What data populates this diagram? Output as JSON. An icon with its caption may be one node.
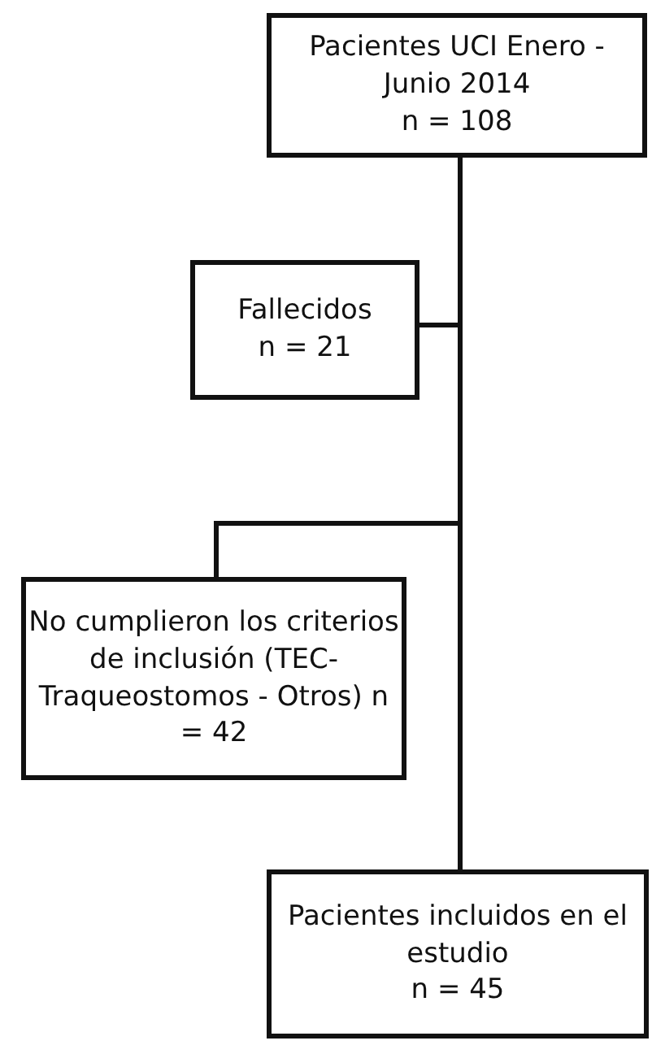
{
  "diagram": {
    "nodes": [
      {
        "text": [
          "Pacientes UCI Enero - Junio 2014",
          "n = 108"
        ]
      },
      {
        "text": [
          "Fallecidos",
          "n = 21"
        ]
      },
      {
        "text": [
          "No cumplieron los criterios de inclusión (TEC- Traqueostomos - Otros) n = 42"
        ]
      },
      {
        "text": [
          "Pacientes incluidos en el estudio",
          "n = 45"
        ]
      }
    ],
    "edges": [
      {
        "from": 0,
        "to": 1,
        "arrow": "none"
      },
      {
        "from": 0,
        "to": 2,
        "arrow": "none"
      },
      {
        "from": 0,
        "to": 3,
        "arrow": "none"
      }
    ]
  }
}
